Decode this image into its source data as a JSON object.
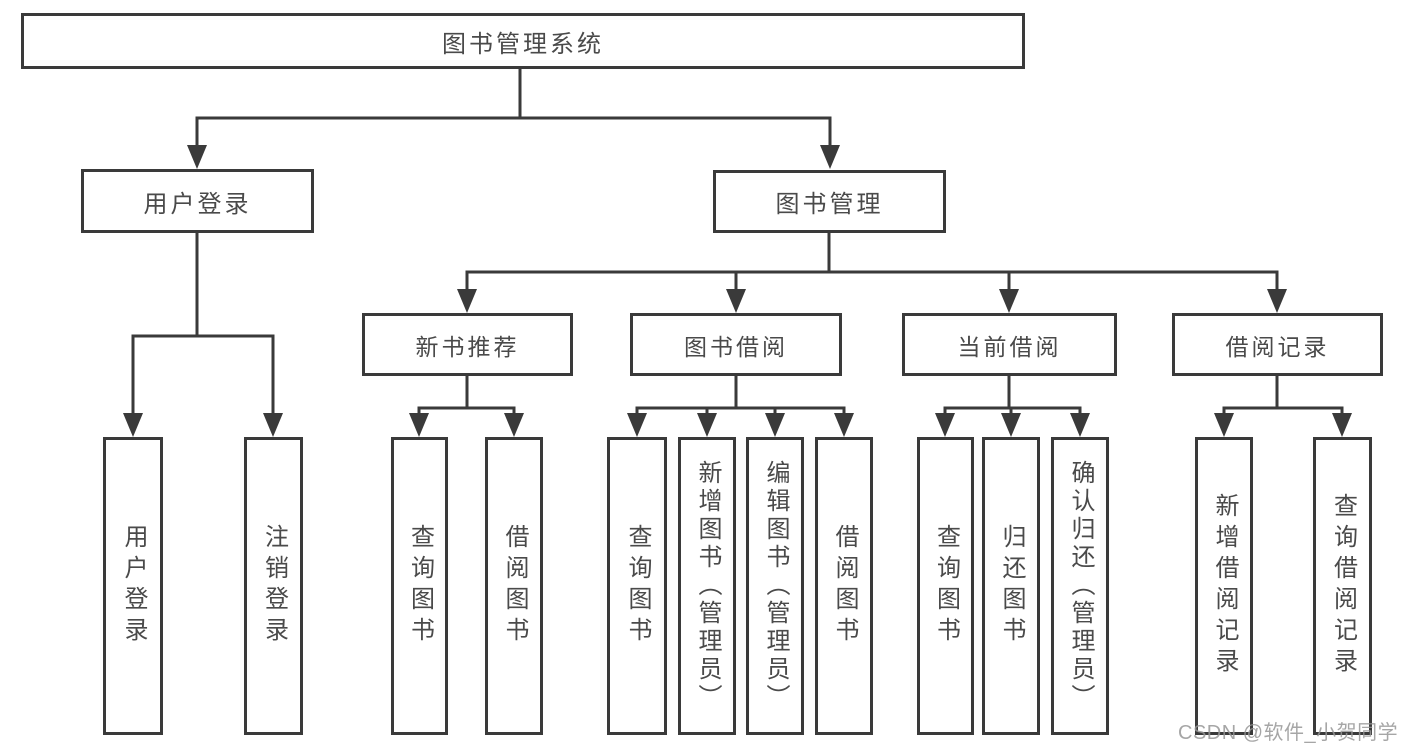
{
  "colors": {
    "background": "#ffffff",
    "line": "#3a3a3a",
    "box_border": "#3a3a3a",
    "text": "#4a4a4a",
    "watermark": "#969696"
  },
  "watermark": {
    "text": "CSDN @软件_小贺同学"
  },
  "tree": {
    "label": "图书管理系统",
    "children": [
      {
        "label": "用户登录",
        "children": [
          {
            "label": "用户登录"
          },
          {
            "label": "注销登录"
          }
        ]
      },
      {
        "label": "图书管理",
        "children": [
          {
            "label": "新书推荐",
            "children": [
              {
                "label": "查询图书"
              },
              {
                "label": "借阅图书"
              }
            ]
          },
          {
            "label": "图书借阅",
            "children": [
              {
                "label": "查询图书"
              },
              {
                "label": "新增图书（管理员）"
              },
              {
                "label": "编辑图书（管理员）"
              },
              {
                "label": "借阅图书"
              }
            ]
          },
          {
            "label": "当前借阅",
            "children": [
              {
                "label": "查询图书"
              },
              {
                "label": "归还图书"
              },
              {
                "label": "确认归还（管理员）"
              }
            ]
          },
          {
            "label": "借阅记录",
            "children": [
              {
                "label": "新增借阅记录"
              },
              {
                "label": "查询借阅记录"
              }
            ]
          }
        ]
      }
    ]
  }
}
